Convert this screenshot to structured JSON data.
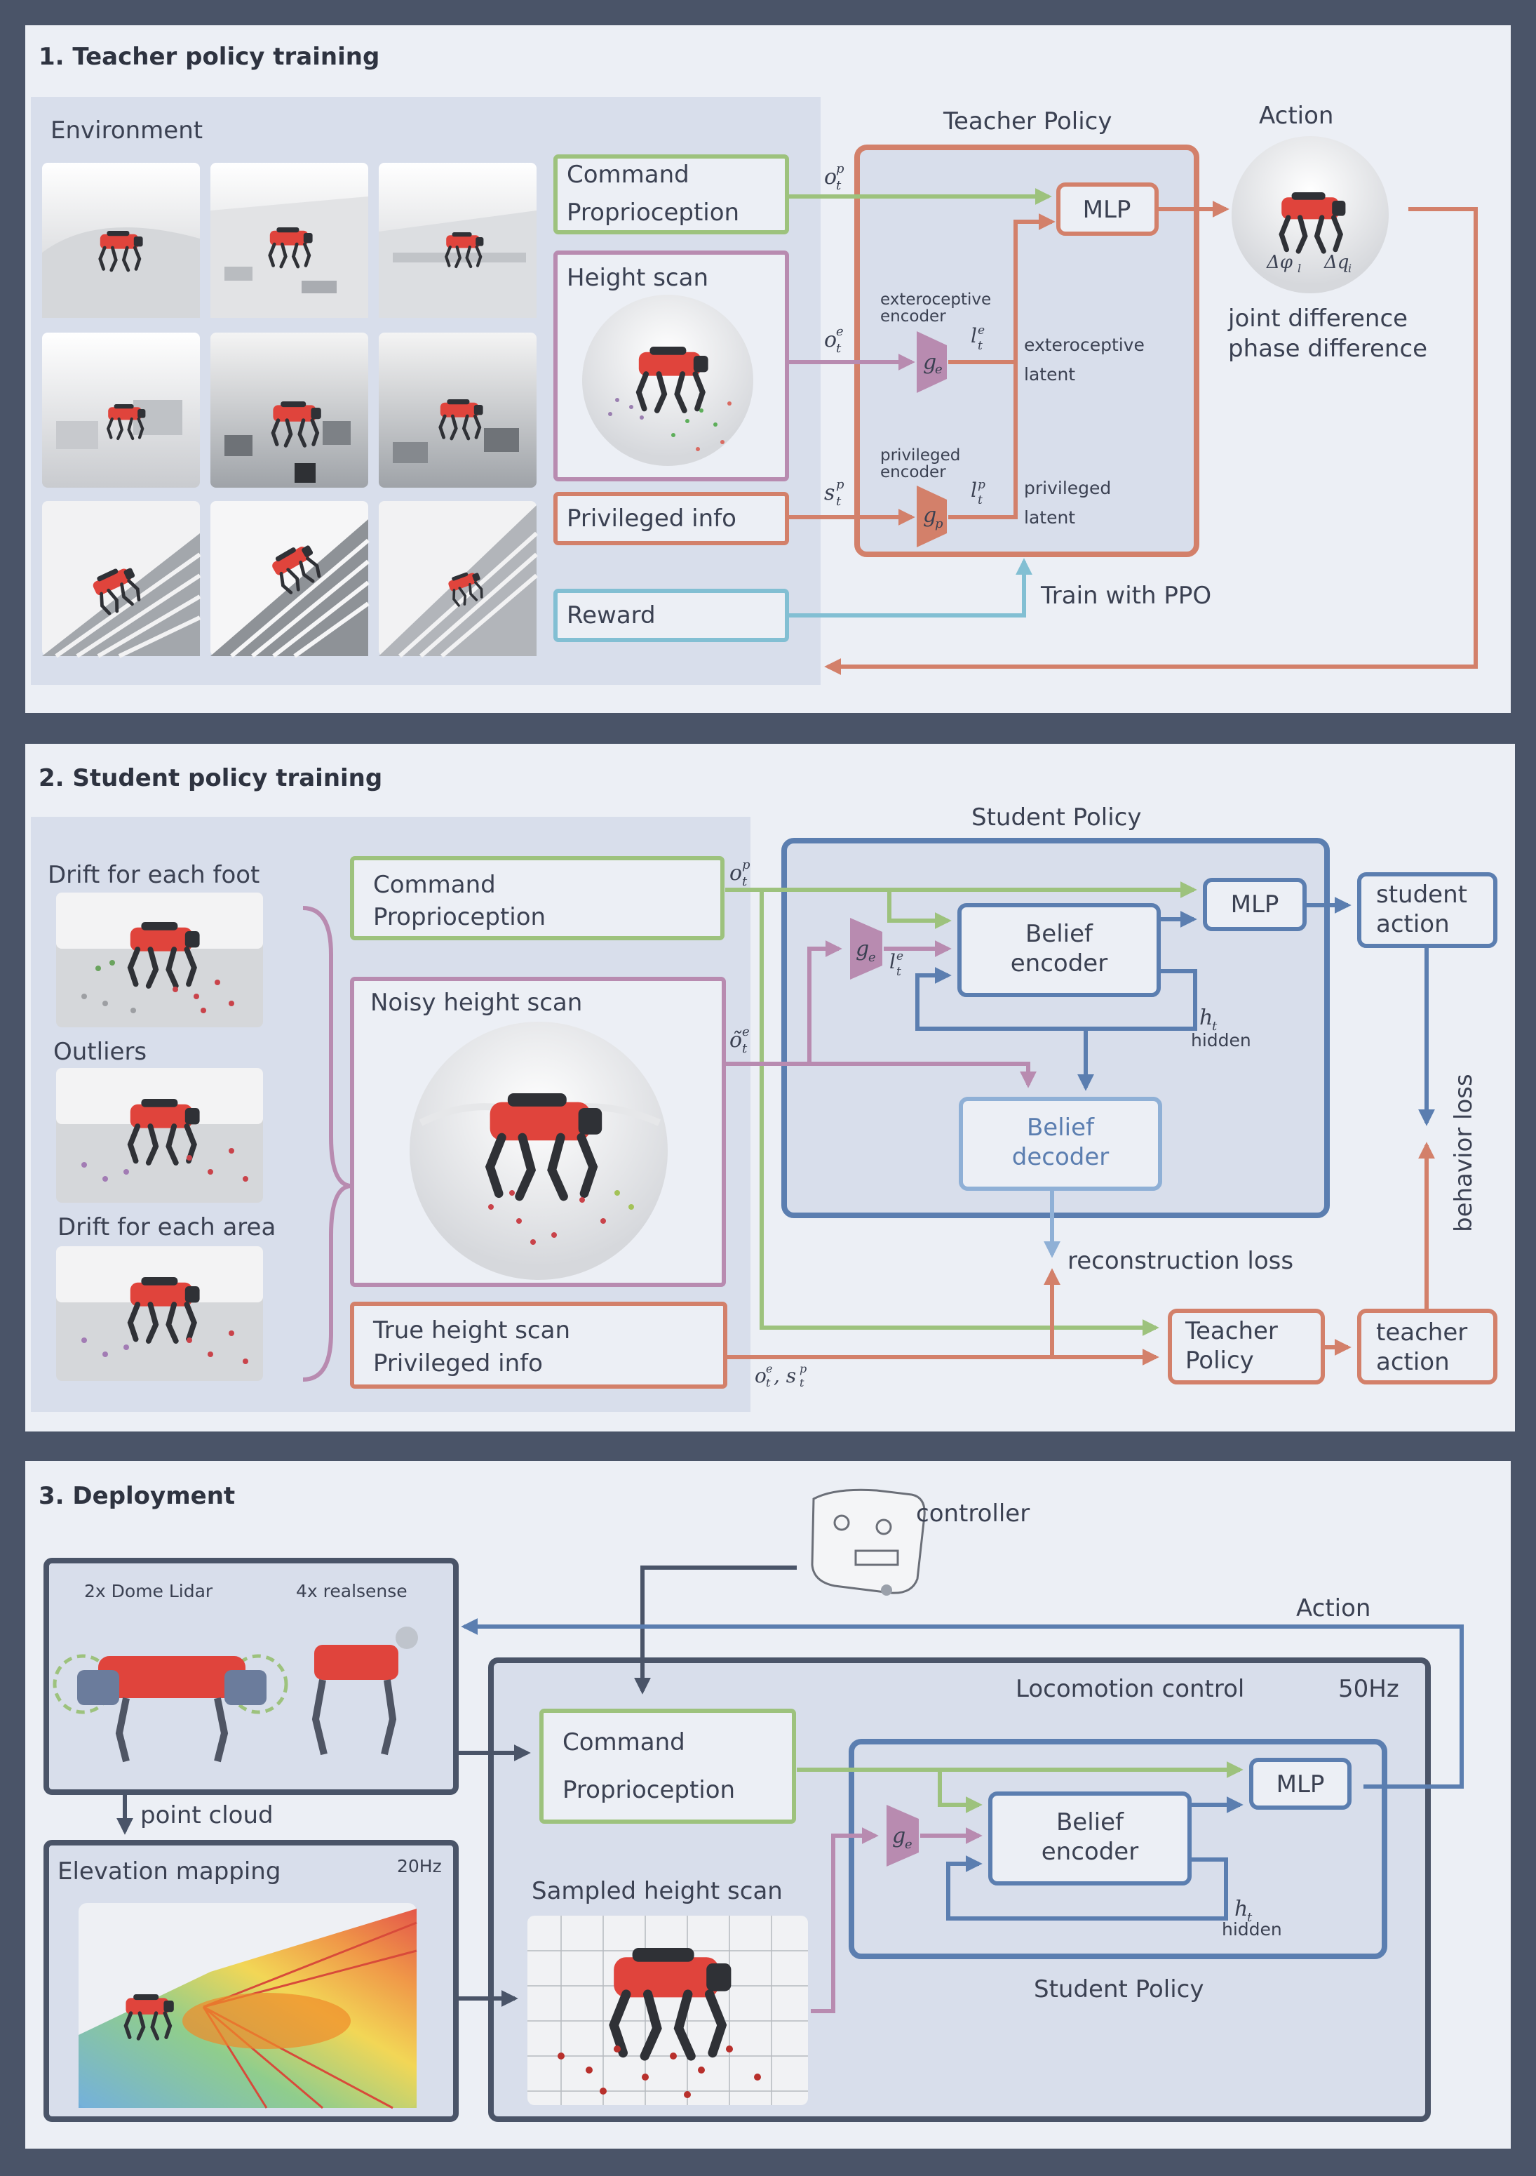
{
  "sections": {
    "teacher": {
      "title": "1. Teacher policy training",
      "environment": "Environment",
      "command_line1": "Command",
      "command_line2": "Proprioception",
      "height_scan": "Height scan",
      "privileged_info": "Privileged info",
      "reward": "Reward",
      "teacher_policy": "Teacher Policy",
      "mlp": "MLP",
      "exteroceptive_encoder_line1": "exteroceptive",
      "exteroceptive_encoder_line2": "encoder",
      "privileged_encoder_line1": "privileged",
      "privileged_encoder_line2": "encoder",
      "exteroceptive_latent_line1": "exteroceptive",
      "exteroceptive_latent_line2": "latent",
      "privileged_latent_line1": "privileged",
      "privileged_latent_line2": "latent",
      "train_with_ppo": "Train with PPO",
      "action": "Action",
      "joint_difference": "joint difference",
      "phase_difference": "phase difference",
      "sym_otp": "o",
      "sym_ote": "o",
      "sym_stp": "s",
      "sym_ge": "g",
      "sym_gp": "g",
      "sym_lte": "l",
      "sym_ltp": "l",
      "sym_dphi": "Δφ",
      "sym_dq": "Δq"
    },
    "student": {
      "title": "2. Student policy training",
      "drift_each_foot": "Drift for each foot",
      "outliers": "Outliers",
      "drift_each_area": "Drift for each area",
      "command_line1": "Command",
      "command_line2": "Proprioception",
      "noisy_height_scan": "Noisy height scan",
      "true_height_scan": "True height scan",
      "privileged_info": "Privileged info",
      "student_policy": "Student Policy",
      "mlp": "MLP",
      "belief_encoder_line1": "Belief",
      "belief_encoder_line2": "encoder",
      "belief_decoder_line1": "Belief",
      "belief_decoder_line2": "decoder",
      "hidden": "hidden",
      "student_action_line1": "student",
      "student_action_line2": "action",
      "teacher_policy_line1": "Teacher",
      "teacher_policy_line2": "Policy",
      "teacher_action_line1": "teacher",
      "teacher_action_line2": "action",
      "reconstruction_loss": "reconstruction loss",
      "behavior_loss": "behavior loss",
      "sym_otp": "o",
      "sym_ote_noisy": "õ",
      "sym_ge": "g",
      "sym_lte": "l",
      "sym_ht": "h",
      "sym_ote_stp": "o"
    },
    "deployment": {
      "title": "3. Deployment",
      "dome_lidar": "2x Dome Lidar",
      "realsense": "4x realsense",
      "controller": "controller",
      "action": "Action",
      "locomotion_control": "Locomotion control",
      "rate_50hz": "50Hz",
      "command_line1": "Command",
      "command_line2": "Proprioception",
      "mlp": "MLP",
      "belief_encoder_line1": "Belief",
      "belief_encoder_line2": "encoder",
      "hidden": "hidden",
      "student_policy": "Student Policy",
      "point_cloud": "point cloud",
      "elevation_mapping": "Elevation mapping",
      "rate_20hz": "20Hz",
      "sampled_height_scan": "Sampled height scan",
      "sym_ge": "g",
      "sym_ht": "h"
    }
  },
  "colors": {
    "frame": "#4a5468",
    "panel": "#eceff5",
    "inner": "#d8deeb",
    "green": "#9dc27d",
    "purple": "#b88bb0",
    "orange": "#d3806a",
    "cyan": "#82bfd3",
    "blue": "#5b7eb0",
    "dark": "#4a5468",
    "robot_red": "#e0443c"
  }
}
